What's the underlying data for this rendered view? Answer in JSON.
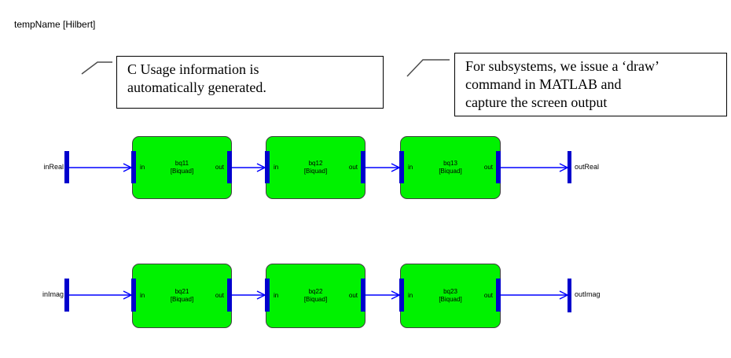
{
  "title": "tempName [Hilbert]",
  "callouts": [
    {
      "line1": "C Usage information is",
      "line2": "automatically generated."
    },
    {
      "line1": "For subsystems, we issue a ‘draw’",
      "line2": "command in MATLAB and",
      "line3": "capture the screen output"
    }
  ],
  "diagram": {
    "rows": [
      {
        "input_label": "inReal",
        "output_label": "outReal",
        "blocks": [
          {
            "name": "bq11",
            "sub": "[Biquad]",
            "in": "in",
            "out": "out"
          },
          {
            "name": "bq12",
            "sub": "[Biquad]",
            "in": "in",
            "out": "out"
          },
          {
            "name": "bq13",
            "sub": "[Biquad]",
            "in": "in",
            "out": "out"
          }
        ]
      },
      {
        "input_label": "inImag",
        "output_label": "outImag",
        "blocks": [
          {
            "name": "bq21",
            "sub": "[Biquad]",
            "in": "in",
            "out": "out"
          },
          {
            "name": "bq22",
            "sub": "[Biquad]",
            "in": "in",
            "out": "out"
          },
          {
            "name": "bq23",
            "sub": "[Biquad]",
            "in": "in",
            "out": "out"
          }
        ]
      }
    ]
  },
  "colors": {
    "block_fill": "#00f200",
    "block_border": "#404040",
    "line": "#0000ff",
    "port_bar": "#0000cd",
    "leader": "#4d4d4d"
  }
}
